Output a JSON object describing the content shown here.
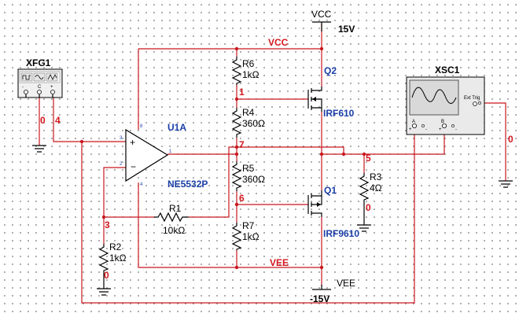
{
  "instruments": {
    "function_generator": {
      "name": "XFG1",
      "terminal_labels": [
        "0",
        "4"
      ]
    },
    "oscilloscope": {
      "name": "XSC1",
      "ext_trig_label": "Ext Trig",
      "channel_a": "A",
      "channel_b": "B",
      "ground_label": "0"
    }
  },
  "opamp": {
    "name": "U1A",
    "model": "NE5532P",
    "pins": {
      "noninv": "3",
      "inv": "2",
      "out": "1",
      "vpos": "8",
      "vneg": "4"
    }
  },
  "resistors": {
    "r1": {
      "name": "R1",
      "value": "10kΩ"
    },
    "r2": {
      "name": "R2",
      "value": "1kΩ"
    },
    "r3": {
      "name": "R3",
      "value": "4Ω"
    },
    "r4": {
      "name": "R4",
      "value": "360Ω"
    },
    "r5": {
      "name": "R5",
      "value": "360Ω"
    },
    "r6": {
      "name": "R6",
      "value": "1kΩ"
    },
    "r7": {
      "name": "R7",
      "value": "1kΩ"
    }
  },
  "transistors": {
    "q1": {
      "name": "Q1",
      "model": "IRF9610"
    },
    "q2": {
      "name": "Q2",
      "model": "IRF610"
    }
  },
  "supplies": {
    "vcc": {
      "name": "VCC",
      "value": "15V"
    },
    "vee": {
      "name": "VEE",
      "value": "-15V"
    }
  },
  "nets": {
    "vcc_net": "VCC",
    "vee_net": "VEE",
    "n0_r2": "0",
    "n0_r3": "0",
    "n1": "1",
    "n3": "3",
    "n5": "5",
    "n6": "6",
    "n7": "7"
  },
  "colors": {
    "wire": "#c8181e",
    "component_label": "#1b3fa8",
    "net_label": "#d4181e"
  }
}
